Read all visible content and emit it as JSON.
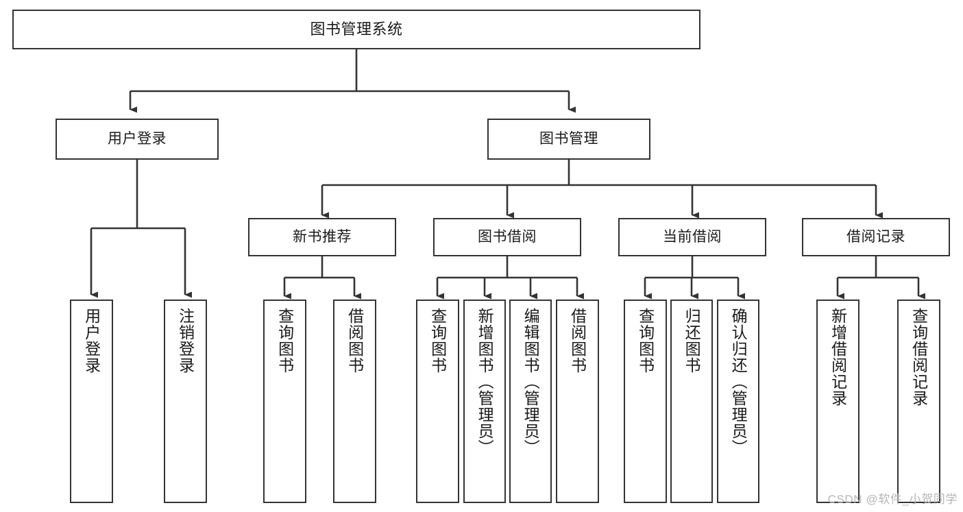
{
  "diagram": {
    "title": "图书管理系统",
    "type": "tree-hierarchy-diagram",
    "colors": {
      "box_border": "#333333",
      "box_fill": "#ffffff",
      "edge": "#333333",
      "text": "#1a1a1a",
      "watermark": "#b5b5b5",
      "background": "#ffffff"
    },
    "watermark": "CSDN @软件_小贺同学",
    "nodes": {
      "root": {
        "label": "图书管理系统"
      },
      "level2": [
        {
          "id": "user-login",
          "label": "用户登录"
        },
        {
          "id": "book-manage",
          "label": "图书管理"
        }
      ],
      "level3": [
        {
          "id": "new-book-recommend",
          "label": "新书推荐"
        },
        {
          "id": "book-borrow",
          "label": "图书借阅"
        },
        {
          "id": "current-borrow",
          "label": "当前借阅"
        },
        {
          "id": "borrow-record",
          "label": "借阅记录"
        }
      ],
      "leaves": {
        "user-login": [
          {
            "id": "leaf-user-login",
            "label": "用户登录"
          },
          {
            "id": "leaf-logout-login",
            "label": "注销登录"
          }
        ],
        "new-book-recommend": [
          {
            "id": "leaf-query-book-1",
            "label": "查询图书"
          },
          {
            "id": "leaf-borrow-book-1",
            "label": "借阅图书"
          }
        ],
        "book-borrow": [
          {
            "id": "leaf-query-book-2",
            "label": "查询图书"
          },
          {
            "id": "leaf-add-book",
            "label": "新增图书（管理员）"
          },
          {
            "id": "leaf-edit-book",
            "label": "编辑图书（管理员）"
          },
          {
            "id": "leaf-borrow-book-2",
            "label": "借阅图书"
          }
        ],
        "current-borrow": [
          {
            "id": "leaf-query-book-3",
            "label": "查询图书"
          },
          {
            "id": "leaf-return-book",
            "label": "归还图书"
          },
          {
            "id": "leaf-confirm-return",
            "label": "确认归还（管理员）"
          }
        ],
        "borrow-record": [
          {
            "id": "leaf-add-record",
            "label": "新增借阅记录"
          },
          {
            "id": "leaf-query-record",
            "label": "查询借阅记录"
          }
        ]
      }
    }
  }
}
